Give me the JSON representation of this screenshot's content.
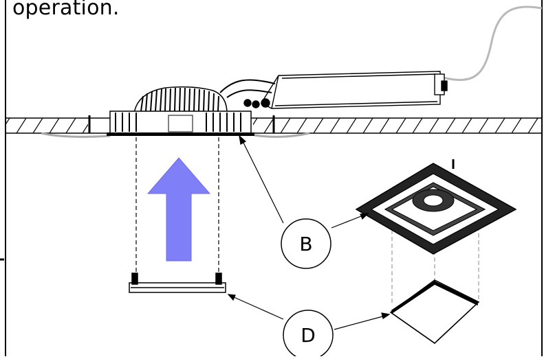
{
  "instruction": {
    "text_fragment": "operation."
  },
  "callouts": [
    {
      "id": "B",
      "label": "B"
    },
    {
      "id": "D",
      "label": "D"
    }
  ],
  "colors": {
    "frame": "#000000",
    "arrow_fill": "#7f7ff7",
    "cable": "#b9b9b9",
    "hatch": "#000000",
    "background": "#ffffff"
  },
  "icons": {
    "install_direction": "up-arrow-icon"
  }
}
